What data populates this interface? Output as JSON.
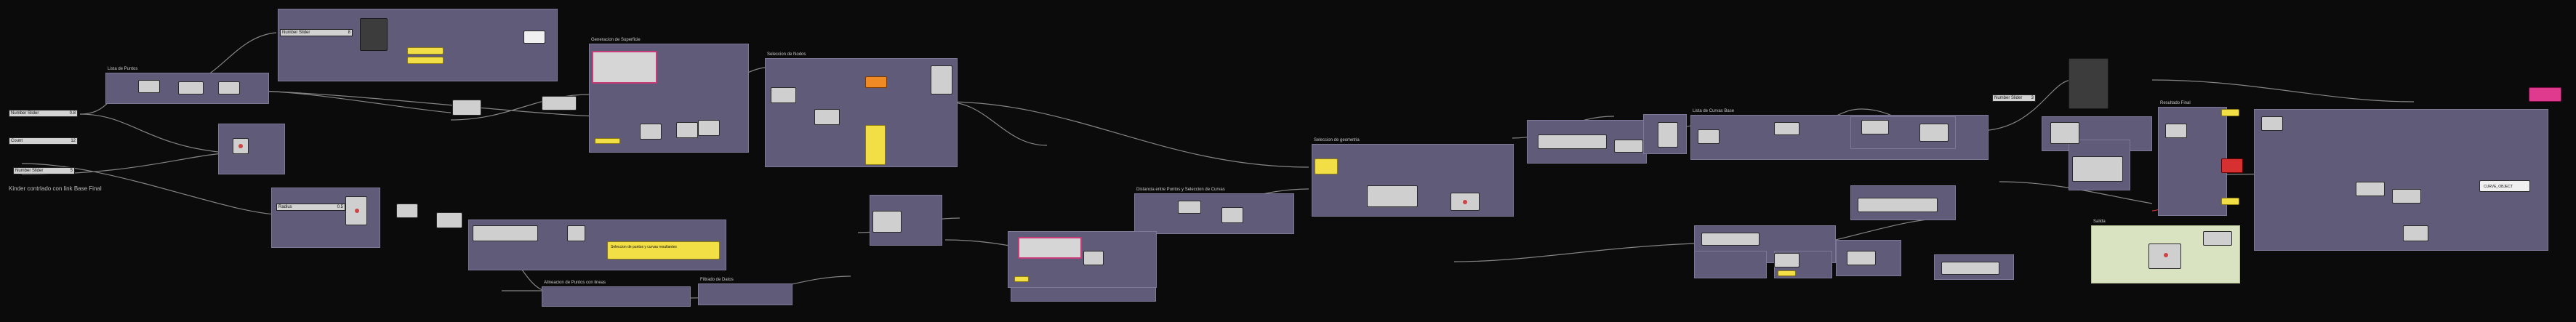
{
  "app": {
    "title": "Grasshopper canvas"
  },
  "canvas": {
    "bottom_left_note": "Kinder contrlado con link Base Final"
  },
  "groups": [
    {
      "id": "g-top-left",
      "label": "Lista de Puntos"
    },
    {
      "id": "g-main-1",
      "label": "Generacion de Superficie"
    },
    {
      "id": "g-main-2",
      "label": "Seleccion de Nodos"
    },
    {
      "id": "g-mid-1",
      "label": "Distancia entre Puntos y Seleccion de Curvas"
    },
    {
      "id": "g-mid-2",
      "label": "Seleccion de geometria"
    },
    {
      "id": "g-right-1",
      "label": "Lista de Curvas Base"
    },
    {
      "id": "g-right-2",
      "label": "Resultado Final"
    },
    {
      "id": "g-bottom-1",
      "label": "Alineacion de Puntos con lineas"
    },
    {
      "id": "g-bottom-2",
      "label": "Filtrado de Datos"
    },
    {
      "id": "g-pale",
      "label": "Salida"
    }
  ],
  "sliders": [
    {
      "id": "s1",
      "label": "Number Slider",
      "value": "0.8"
    },
    {
      "id": "s2",
      "label": "Number Slider",
      "value": "8"
    },
    {
      "id": "s3",
      "label": "Count",
      "value": "12"
    },
    {
      "id": "s4",
      "label": "Number Slider",
      "value": "5"
    },
    {
      "id": "s5",
      "label": "Radius",
      "value": "0.5"
    },
    {
      "id": "s6",
      "label": "Number Slider",
      "value": "3"
    }
  ],
  "panels": {
    "yellow_note": "Seleccion de puntos y curvas resultantes",
    "output_label": "CURVE_OBJECT"
  },
  "colors": {
    "canvas": "#0b0b0b",
    "group": "#5f5b78",
    "wire": "#9a9a9a",
    "accent_pink": "#c73c78",
    "accent_orange": "#f08a24",
    "accent_yellow": "#f2df45"
  }
}
